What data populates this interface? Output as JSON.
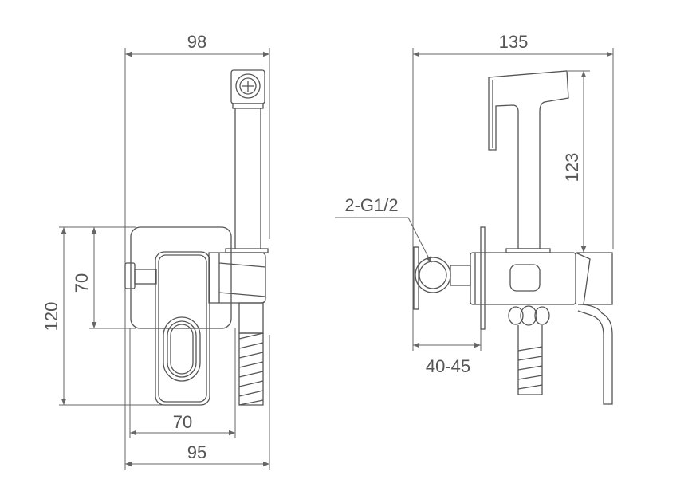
{
  "side_view": {
    "dim_overall_width": "98",
    "dim_total_height": "120",
    "dim_plate_height": "70",
    "dim_plate_width": "70",
    "dim_base_width": "95"
  },
  "front_view": {
    "dim_overall_width": "135",
    "dim_handset_height": "123",
    "dim_wall_depth": "40-45",
    "thread_label": "2-G1/2"
  },
  "colors": {
    "line": "#555555",
    "text": "#555555"
  }
}
